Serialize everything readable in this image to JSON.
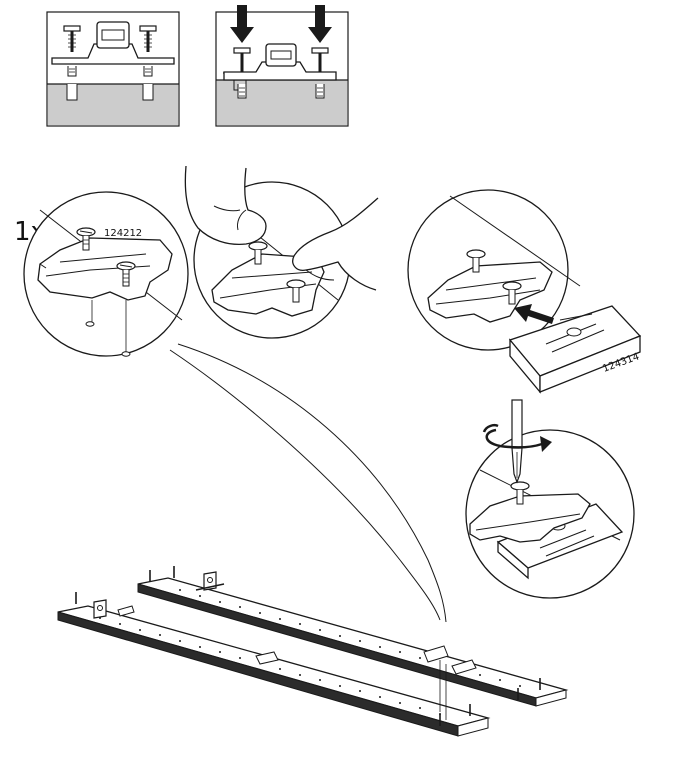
{
  "quantity_label": "1x",
  "part_numbers": {
    "hinge_plate": "124212",
    "jig": "124314"
  },
  "colors": {
    "line": "#1a1a1a",
    "wall_fill": "#cccccc",
    "panel_edge": "#2b2b2b",
    "background": "#ffffff"
  },
  "icons": [
    "downward-arrow-icon",
    "rotation-arrow-icon",
    "screwdriver-icon",
    "push-arrow-icon",
    "hand-icon"
  ]
}
